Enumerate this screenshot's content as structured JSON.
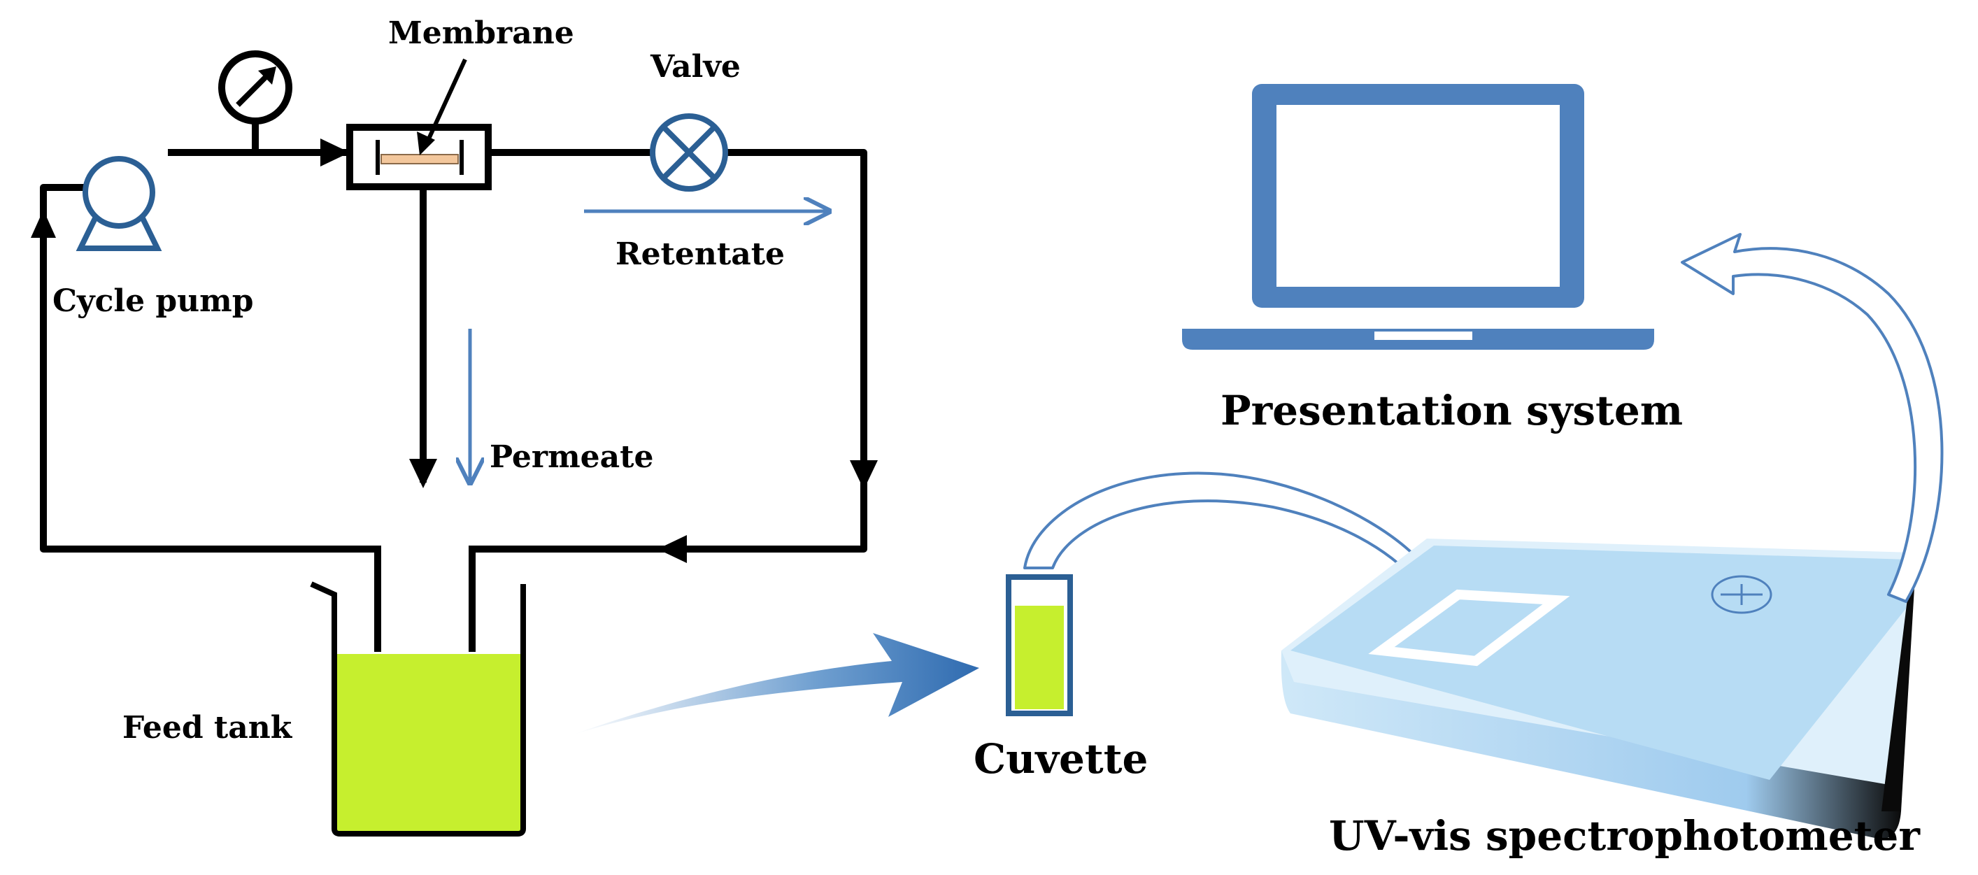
{
  "labels": {
    "membrane": "Membrane",
    "valve": "Valve",
    "retentate": "Retentate",
    "cycle_pump": "Cycle pump",
    "permeate": "Permeate",
    "feed_tank": "Feed tank",
    "cuvette": "Cuvette",
    "presentation_system": "Presentation system",
    "uv_vis": "UV-vis spectrophotometer"
  },
  "colors": {
    "line": "#000000",
    "accent_blue": "#4f81bd",
    "light_blue": "#cde7f8",
    "device_top": "#b7dcf4",
    "liquid": "#c6ef2e",
    "membrane_fill": "#f3c79c"
  },
  "icons": [
    "pressure-gauge-icon",
    "pump-icon",
    "valve-icon",
    "laptop-icon",
    "beaker-icon",
    "cuvette-icon",
    "spectrophotometer-icon"
  ]
}
